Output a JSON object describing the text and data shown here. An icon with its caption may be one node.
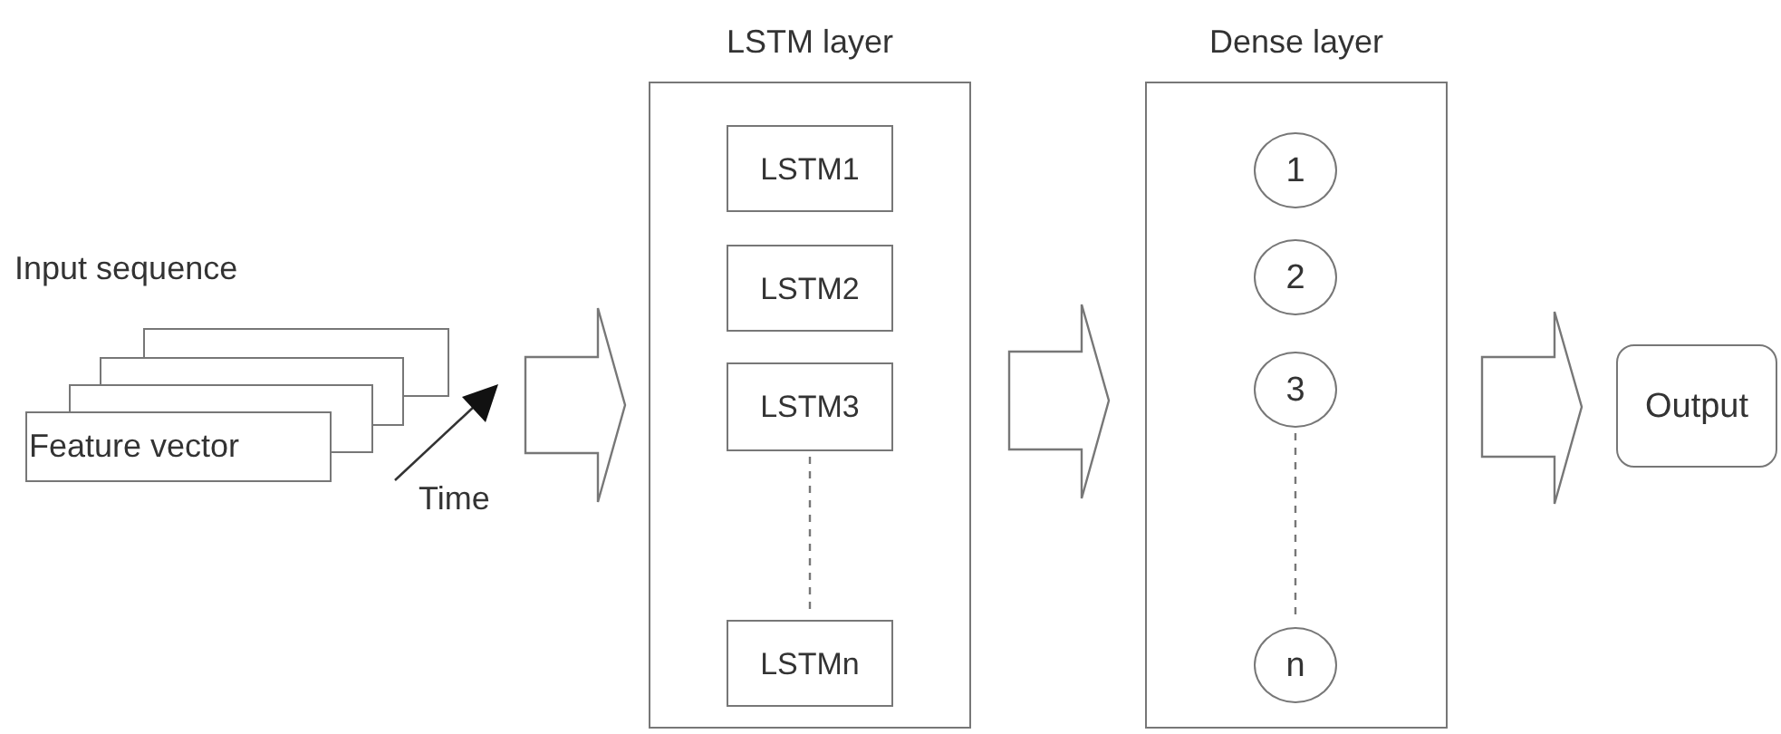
{
  "diagram": {
    "nodes": [
      {
        "text": [
          "Feature vector"
        ]
      },
      {
        "text": [
          "LSTM layer"
        ]
      },
      {
        "text": [
          "LSTM1"
        ],
        "in": 1
      },
      {
        "text": [
          "LSTM2"
        ],
        "in": 1
      },
      {
        "text": [
          "LSTM3"
        ],
        "in": 1
      },
      {
        "text": [
          "LSTMn"
        ],
        "in": 1
      },
      {
        "text": [
          "Dense layer"
        ]
      },
      {
        "text": [
          "1"
        ],
        "in": 6
      },
      {
        "text": [
          "2"
        ],
        "in": 6
      },
      {
        "text": [
          "3"
        ],
        "in": 6
      },
      {
        "text": [
          "n"
        ],
        "in": 6
      },
      {
        "text": [
          "Output"
        ]
      }
    ],
    "edges": [
      {
        "from": 0,
        "to": 1,
        "arrow": "to",
        "style": "thick"
      },
      {
        "from": 1,
        "to": 6,
        "arrow": "to",
        "style": "thick"
      },
      {
        "from": 6,
        "to": 11,
        "arrow": "to",
        "style": "thick"
      },
      {
        "from": 4,
        "to": 5,
        "arrow": "none",
        "style": "dashed"
      },
      {
        "from": 9,
        "to": 10,
        "arrow": "none",
        "style": "dashed"
      }
    ],
    "labels": [
      "Input sequence",
      "Time"
    ]
  }
}
